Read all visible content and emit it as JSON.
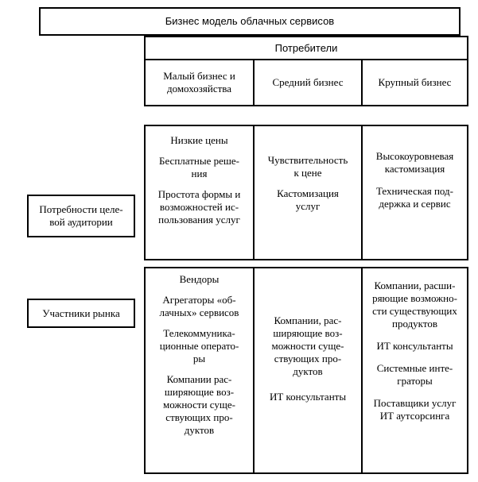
{
  "title": "Бизнес модель облачных сервисов",
  "consumers": {
    "header": "Потребители",
    "columns": [
      "Малый бизнес и\nдомохозяйства",
      "Средний бизнес",
      "Крупный бизнес"
    ]
  },
  "needs": {
    "label": "Потребности целе-\nвой аудитории",
    "small": [
      "Низкие цены",
      "Бесплатные реше-\nния",
      "Простота формы и\nвозможностей ис-\nпользования услуг"
    ],
    "medium": [
      "Чувствительность\nк цене",
      "Кастомизация\nуслуг"
    ],
    "large": [
      "Высокоуровневая\nкастомизация",
      "Техническая под-\nдержка и сервис"
    ]
  },
  "market": {
    "label": "Участники рынка",
    "small": [
      "Вендоры",
      "Агрегаторы «об-\nлачных» сервисов",
      "Телекоммуника-\nционные операто-\nры",
      "Компании рас-\nширяющие воз-\nможности суще-\nствующих про-\nдуктов"
    ],
    "medium": [
      "Компании, рас-\nширяющие воз-\nможности суще-\nствующих про-\nдуктов",
      "ИТ консультанты"
    ],
    "large": [
      "Компании, расши-\nряющие возможно-\nсти существующих\nпродуктов",
      "ИТ консультанты",
      "Системные инте-\nграторы",
      "Поставщики услуг\nИТ аутсорсинга"
    ]
  }
}
